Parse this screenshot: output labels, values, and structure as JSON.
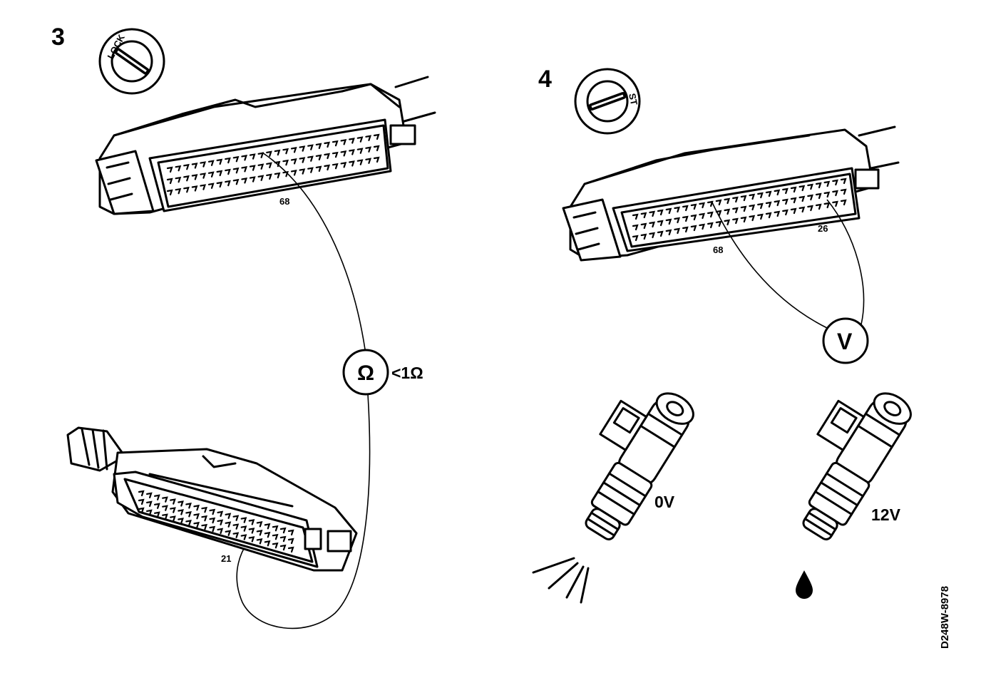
{
  "step3": {
    "number": "3",
    "ignition_label": "LOCK",
    "pin_ecu": "68",
    "pin_connector": "21",
    "meter_symbol": "Ω",
    "reading": "<1Ω"
  },
  "step4": {
    "number": "4",
    "ignition_label": "ST",
    "pin_a": "68",
    "pin_b": "26",
    "meter_symbol": "V",
    "injector_off_label": "0V",
    "injector_on_label": "12V"
  },
  "figure_code": "D248W-8978",
  "icons": [
    "ignition-key-icon",
    "ohmmeter-icon",
    "voltmeter-icon",
    "fuel-injector-icon",
    "spray-icon",
    "drip-icon"
  ]
}
